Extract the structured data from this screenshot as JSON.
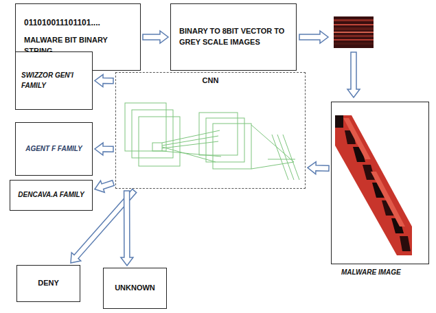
{
  "diagram": {
    "nodes": [
      {
        "text": [
          "011010011101101....",
          "MALWARE BIT BINARY STRING"
        ]
      },
      {
        "text": [
          "BINARY TO 8BIT VECTOR TO GREY SCALE IMAGES"
        ]
      },
      {
        "text": [
          "MALWARE IMAGE"
        ]
      },
      {
        "text": [
          "CNN"
        ]
      },
      {
        "text": [
          "SWIZZOR GEN'I FAMILY"
        ]
      },
      {
        "text": [
          "AGENT F FAMILY"
        ]
      },
      {
        "text": [
          "DENCAVA.A FAMILY"
        ]
      },
      {
        "text": [
          "DENY"
        ]
      },
      {
        "text": [
          "UNKNOWN"
        ]
      }
    ],
    "edges": [
      {
        "from": 0,
        "to": 1,
        "arrow": "to"
      },
      {
        "from": 2,
        "to": 3,
        "arrow": "to"
      },
      {
        "from": 3,
        "to": 4,
        "arrow": "to"
      },
      {
        "from": 3,
        "to": 5,
        "arrow": "to"
      },
      {
        "from": 3,
        "to": 6,
        "arrow": "to"
      },
      {
        "from": 3,
        "to": 7,
        "arrow": "to"
      },
      {
        "from": 3,
        "to": 8,
        "arrow": "to"
      }
    ]
  }
}
